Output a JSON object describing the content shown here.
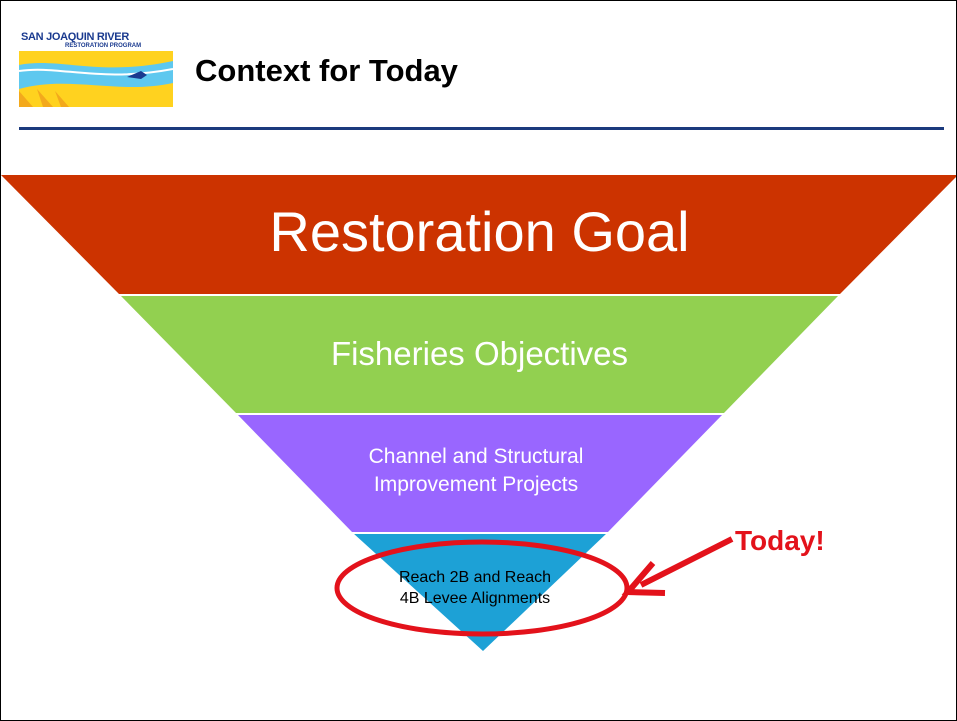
{
  "logo": {
    "name": "san-joaquin-river-restoration-program-logo",
    "line1": "SAN JOAQUIN RIVER",
    "line2": "RESTORATION PROGRAM"
  },
  "slide": {
    "title": "Context for Today"
  },
  "funnel": {
    "levels": [
      {
        "label": "Restoration Goal",
        "color": "#cc3300"
      },
      {
        "label": "Fisheries Objectives",
        "color": "#92d050"
      },
      {
        "label_line1": "Channel and Structural",
        "label_line2": "Improvement Projects",
        "color": "#9966ff"
      },
      {
        "label_line1": "Reach 2B and Reach",
        "label_line2": "4B Levee Alignments",
        "color": "#1da1d6"
      }
    ]
  },
  "callout": {
    "text": "Today!",
    "color": "#e3121b"
  },
  "colors": {
    "title_rule": "#1b3a7d",
    "logo_blue": "#1a3a8f",
    "logo_yellow": "#ffd21f",
    "logo_water": "#5ec8ef"
  }
}
